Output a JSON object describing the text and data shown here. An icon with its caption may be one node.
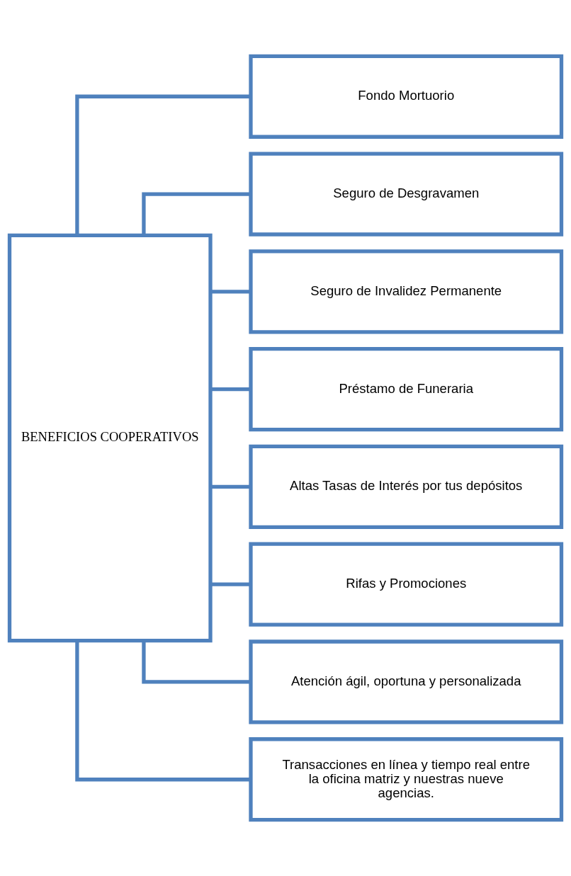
{
  "diagram": {
    "nodes": [
      {
        "text": [
          "BENEFICIOS COOPERATIVOS"
        ]
      },
      {
        "text": [
          "Fondo Mortuorio"
        ]
      },
      {
        "text": [
          "Seguro de Desgravamen"
        ]
      },
      {
        "text": [
          "Seguro de Invalidez Permanente"
        ]
      },
      {
        "text": [
          "Préstamo de Funeraria"
        ]
      },
      {
        "text": [
          "Altas Tasas de Interés por tus depósitos"
        ]
      },
      {
        "text": [
          "Rifas y Promociones"
        ]
      },
      {
        "text": [
          "Atención ágil, oportuna y personalizada"
        ]
      },
      {
        "text": [
          "Transacciones en línea y tiempo real entre la oficina matriz y nuestras nueve agencias."
        ]
      }
    ],
    "edges": [
      {
        "from": 0,
        "to": 1,
        "arrow": "none"
      },
      {
        "from": 0,
        "to": 2,
        "arrow": "none"
      },
      {
        "from": 0,
        "to": 3,
        "arrow": "none"
      },
      {
        "from": 0,
        "to": 4,
        "arrow": "none"
      },
      {
        "from": 0,
        "to": 5,
        "arrow": "none"
      },
      {
        "from": 0,
        "to": 6,
        "arrow": "none"
      },
      {
        "from": 0,
        "to": 7,
        "arrow": "none"
      },
      {
        "from": 0,
        "to": 8,
        "arrow": "none"
      }
    ]
  }
}
